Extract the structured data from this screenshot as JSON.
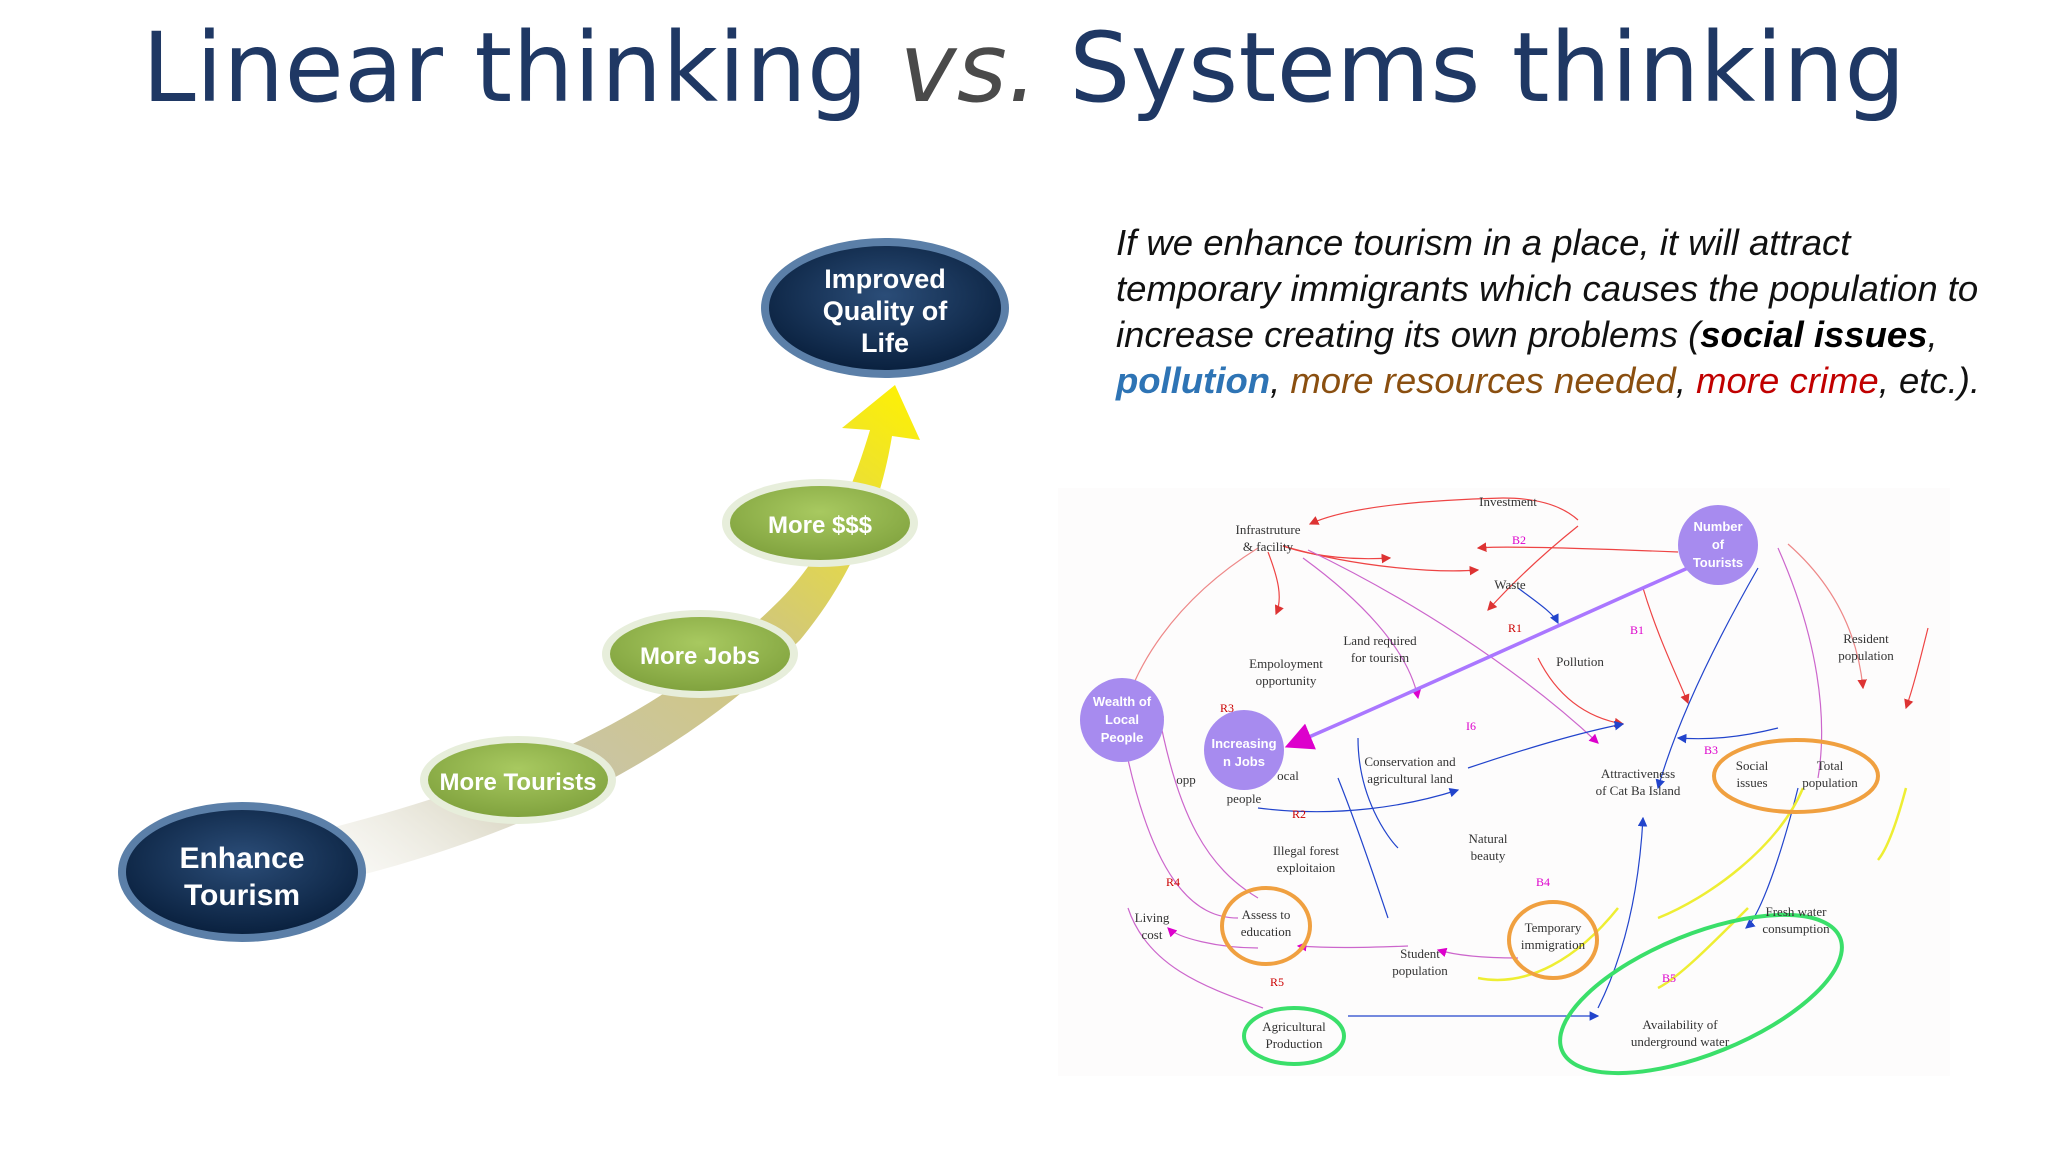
{
  "slide": {
    "title": {
      "part1": "Linear thinking",
      "vs": "vs.",
      "part2": "Systems thinking"
    }
  },
  "linear": {
    "start": [
      "Enhance",
      "Tourism"
    ],
    "steps": [
      "More Tourists",
      "More Jobs",
      "More $$$"
    ],
    "goal": [
      "Improved",
      "Quality of",
      "Life"
    ]
  },
  "paragraph": {
    "intro": "If we enhance tourism in a place, it will attract temporary immigrants which causes the population to increase creating its own problems (",
    "social": "social issues",
    "sep1": ", ",
    "pollution": "pollution",
    "sep2": ", ",
    "resources": "more resources needed",
    "sep3": ", ",
    "crime": "more crime",
    "outro": ", etc.)."
  },
  "systems": {
    "bubbles": {
      "tourists": [
        "Number",
        "of",
        "Tourists"
      ],
      "wealth": [
        "Wealth of",
        "Local",
        "People"
      ],
      "jobs": [
        "Increasing",
        "n Jobs"
      ]
    },
    "nodes": {
      "investment": "Investment",
      "infra1": "Infrastruture",
      "infra2": "& facility",
      "waste": "Waste",
      "pollution": "Pollution",
      "land1": "Land required",
      "land2": "for tourism",
      "employ1": "Empoloyment",
      "employ2": "opportunity",
      "resident1": "Resident",
      "resident2": "population",
      "conservation1": "Conservation and",
      "conservation2": "agricultural land",
      "attract1": "Attractiveness",
      "attract2": "of Cat Ba Island",
      "social1": "Social",
      "social2": "issues",
      "total1": "Total",
      "total2": "population",
      "opp": "opp",
      "local": "ocal",
      "people": "people",
      "natural1": "Natural",
      "natural2": "beauty",
      "illegal1": "Illegal forest",
      "illegal2": "exploitaion",
      "living1": "Living",
      "living2": "cost",
      "assess1": "Assess to",
      "assess2": "education",
      "temp1": "Temporary",
      "temp2": "immigration",
      "fresh1": "Fresh water",
      "fresh2": "consumption",
      "student1": "Student",
      "student2": "population",
      "agri1": "Agricultural",
      "agri2": "Production",
      "avail1": "Availability of",
      "avail2": "underground water"
    },
    "loops": [
      "B2",
      "R1",
      "B1",
      "R3",
      "I6",
      "B3",
      "R2",
      "R4",
      "B4",
      "B5",
      "R5"
    ]
  },
  "colors": {
    "title": "#1f3864",
    "dark_node": "#0f2a4a",
    "green_node": "#8cb04a",
    "purple_bubble": "#a78bef",
    "orange_ring": "#f0a040",
    "green_ring": "#3adf6a",
    "yellow_arrow": "#f2e26a"
  }
}
